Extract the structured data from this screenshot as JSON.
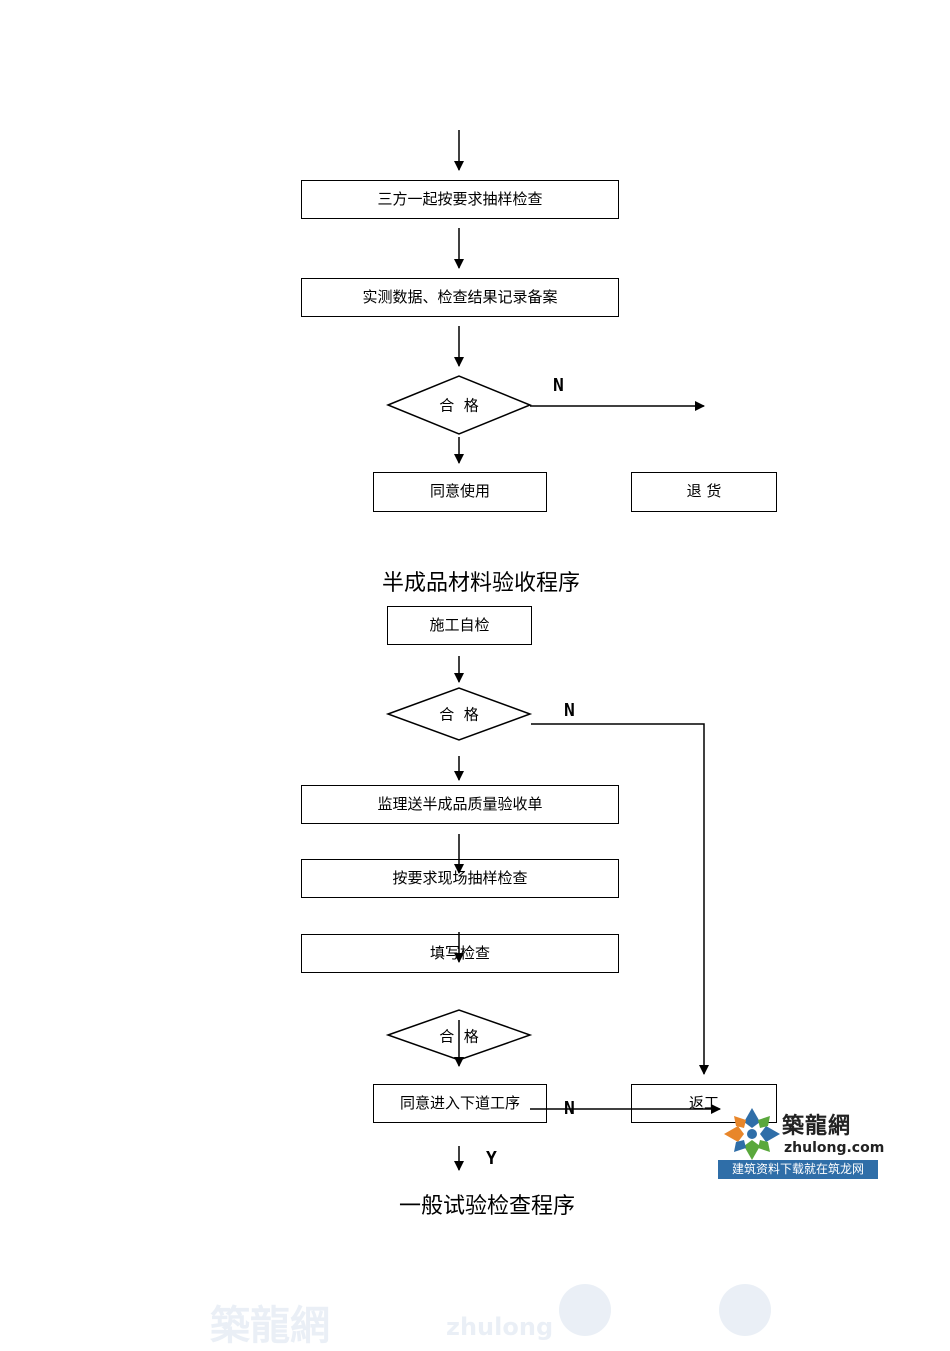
{
  "section1": {
    "box_sample": "三方一起按要求抽样检查",
    "box_record": "实测数据、检查结果记录备案",
    "decision": "合  格",
    "n_label": "N",
    "box_accept": "同意使用",
    "box_return": "退   货"
  },
  "heading1": "半成品材料验收程序",
  "section2": {
    "box_selfcheck": "施工自检",
    "decision1": "合  格",
    "n_label1": "N",
    "box_submit": "监理送半成品质量验收单",
    "box_sampling": "按要求现场抽样检查",
    "box_fill": "填写检查",
    "decision2": "合  格",
    "box_next": "同意进入下道工序",
    "box_rework": "返工",
    "n_label2": "N",
    "y_label": "Y"
  },
  "heading2": "一般试验检查程序",
  "logo": {
    "title": "築龍網",
    "domain": "zhulong.com",
    "slogan": "建筑资料下载就在筑龙网"
  },
  "watermark": {
    "cn": "築龍網",
    "en": "zhulong"
  },
  "colors": {
    "line": "#000000",
    "logo_blue": "#2f6ea8",
    "logo_orange": "#e8862a",
    "logo_green": "#5aa83c"
  }
}
